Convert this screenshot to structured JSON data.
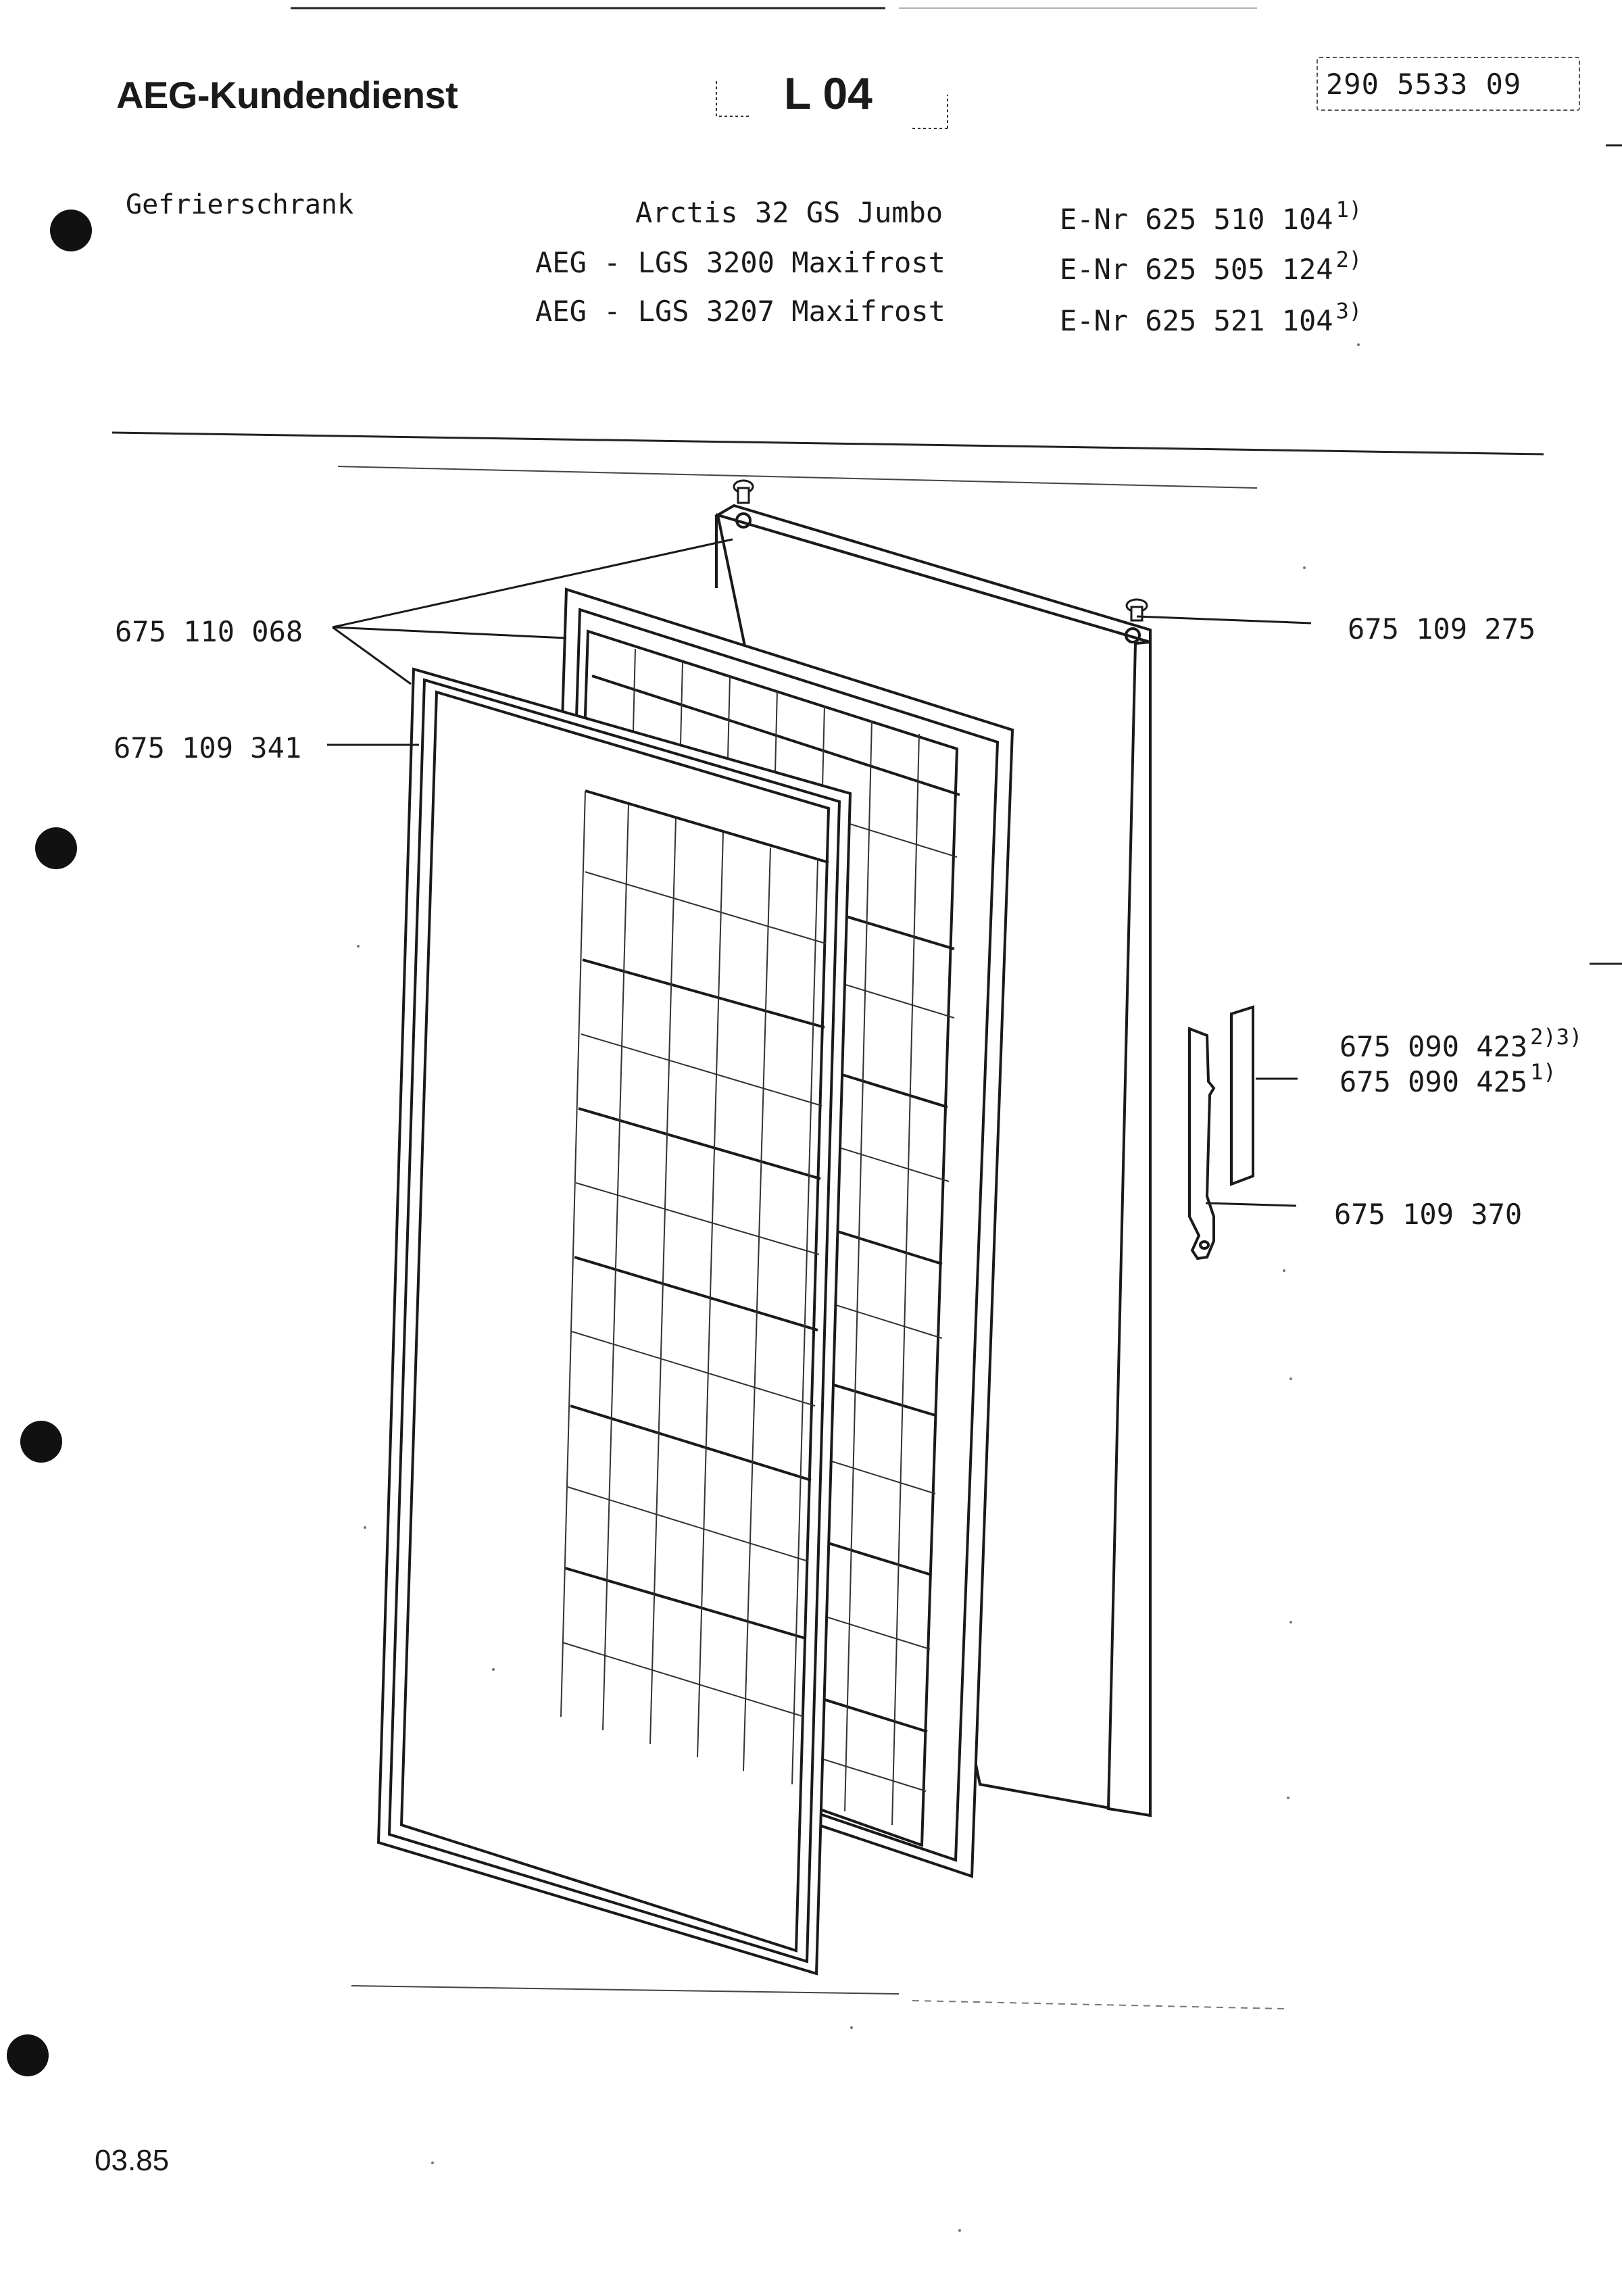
{
  "header": {
    "title": "AEG-Kundendienst",
    "code": "L 04",
    "doc_number": "290 5533 09"
  },
  "category": "Gefrierschrank",
  "models": [
    {
      "name": "Arctis 32 GS Jumbo",
      "enr": "E-Nr 625 510 104",
      "note": "1)"
    },
    {
      "name": "AEG - LGS 3200 Maxifrost",
      "enr": "E-Nr 625 505 124",
      "note": "2)"
    },
    {
      "name": "AEG - LGS 3207 Maxifrost",
      "enr": "E-Nr 625 521 104",
      "note": "3)"
    }
  ],
  "parts": {
    "p1": {
      "number": "675 110 068"
    },
    "p2": {
      "number": "675 109 341"
    },
    "p3": {
      "number": "675 109 275"
    },
    "p4": {
      "number": "675 090 423",
      "note": "2)3)"
    },
    "p5": {
      "number": "675 090 425",
      "note": "1)"
    },
    "p6": {
      "number": "675 109 370"
    }
  },
  "footer": {
    "date": "03.85"
  }
}
